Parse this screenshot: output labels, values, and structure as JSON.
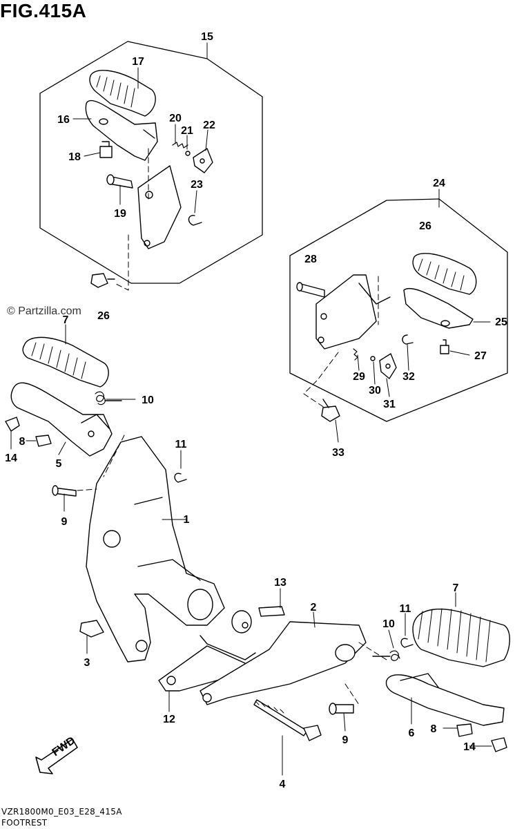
{
  "figure": {
    "title": "FIG.415A",
    "watermark": "© Partzilla.com",
    "footer_code": "VZR1800M0_E03_E28_415A",
    "footer_name": "FOOTREST"
  },
  "fwd_label": "FWD",
  "callouts": [
    {
      "id": "c1",
      "label": "1"
    },
    {
      "id": "c2",
      "label": "2"
    },
    {
      "id": "c3",
      "label": "3"
    },
    {
      "id": "c4",
      "label": "4"
    },
    {
      "id": "c5",
      "label": "5"
    },
    {
      "id": "c6",
      "label": "6"
    },
    {
      "id": "c7a",
      "label": "7"
    },
    {
      "id": "c7b",
      "label": "7"
    },
    {
      "id": "c8a",
      "label": "8"
    },
    {
      "id": "c8b",
      "label": "8"
    },
    {
      "id": "c9a",
      "label": "9"
    },
    {
      "id": "c9b",
      "label": "9"
    },
    {
      "id": "c10a",
      "label": "10"
    },
    {
      "id": "c10b",
      "label": "10"
    },
    {
      "id": "c11a",
      "label": "11"
    },
    {
      "id": "c11b",
      "label": "11"
    },
    {
      "id": "c12",
      "label": "12"
    },
    {
      "id": "c13",
      "label": "13"
    },
    {
      "id": "c14a",
      "label": "14"
    },
    {
      "id": "c14b",
      "label": "14"
    },
    {
      "id": "c15",
      "label": "15"
    },
    {
      "id": "c16",
      "label": "16"
    },
    {
      "id": "c17",
      "label": "17"
    },
    {
      "id": "c18",
      "label": "18"
    },
    {
      "id": "c19",
      "label": "19"
    },
    {
      "id": "c20",
      "label": "20"
    },
    {
      "id": "c21",
      "label": "21"
    },
    {
      "id": "c22",
      "label": "22"
    },
    {
      "id": "c23",
      "label": "23"
    },
    {
      "id": "c24",
      "label": "24"
    },
    {
      "id": "c25",
      "label": "25"
    },
    {
      "id": "c26a",
      "label": "26"
    },
    {
      "id": "c26b",
      "label": "26"
    },
    {
      "id": "c27",
      "label": "27"
    },
    {
      "id": "c28",
      "label": "28"
    },
    {
      "id": "c29",
      "label": "29"
    },
    {
      "id": "c30",
      "label": "30"
    },
    {
      "id": "c31",
      "label": "31"
    },
    {
      "id": "c32",
      "label": "32"
    },
    {
      "id": "c33",
      "label": "33"
    }
  ]
}
